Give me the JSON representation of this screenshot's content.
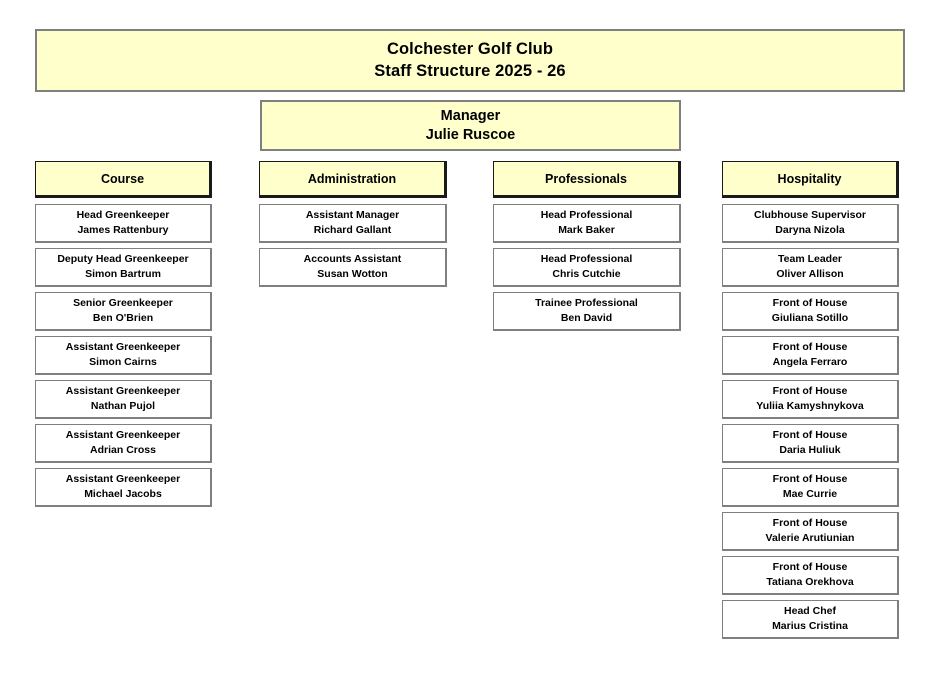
{
  "colors": {
    "banner_fill": "#FFFFCC",
    "banner_border": "#808080",
    "header_border": "#1A1A1A",
    "entry_border": "#7F7F7F",
    "page_background": "#FFFFFF",
    "text": "#000000"
  },
  "title": {
    "line1": "Colchester Golf Club",
    "line2": "Staff Structure 2025 - 26"
  },
  "manager": {
    "role": "Manager",
    "name": "Julie Ruscoe"
  },
  "columns": [
    {
      "header": "Course",
      "entries": [
        {
          "role": "Head Greenkeeper",
          "name": "James Rattenbury"
        },
        {
          "role": "Deputy Head Greenkeeper",
          "name": "Simon Bartrum"
        },
        {
          "role": "Senior Greenkeeper",
          "name": "Ben O'Brien"
        },
        {
          "role": "Assistant Greenkeeper",
          "name": "Simon Cairns"
        },
        {
          "role": "Assistant Greenkeeper",
          "name": "Nathan Pujol"
        },
        {
          "role": "Assistant Greenkeeper",
          "name": "Adrian Cross"
        },
        {
          "role": "Assistant Greenkeeper",
          "name": "Michael Jacobs"
        }
      ]
    },
    {
      "header": "Administration",
      "entries": [
        {
          "role": "Assistant Manager",
          "name": "Richard Gallant"
        },
        {
          "role": "Accounts Assistant",
          "name": "Susan Wotton"
        }
      ]
    },
    {
      "header": "Professionals",
      "entries": [
        {
          "role": "Head Professional",
          "name": "Mark Baker"
        },
        {
          "role": "Head Professional",
          "name": "Chris Cutchie"
        },
        {
          "role": "Trainee Professional",
          "name": "Ben David"
        }
      ]
    },
    {
      "header": "Hospitality",
      "entries": [
        {
          "role": "Clubhouse Supervisor",
          "name": "Daryna Nizola"
        },
        {
          "role": "Team Leader",
          "name": "Oliver Allison"
        },
        {
          "role": "Front of House",
          "name": "Giuliana Sotillo"
        },
        {
          "role": "Front of House",
          "name": "Angela Ferraro"
        },
        {
          "role": "Front of House",
          "name": "Yuliia Kamyshnykova"
        },
        {
          "role": "Front of House",
          "name": "Daria Huliuk"
        },
        {
          "role": "Front of House",
          "name": "Mae Currie"
        },
        {
          "role": "Front of House",
          "name": "Valerie Arutiunian"
        },
        {
          "role": "Front of House",
          "name": "Tatiana Orekhova"
        },
        {
          "role": "Head Chef",
          "name": "Marius Cristina"
        }
      ]
    }
  ]
}
